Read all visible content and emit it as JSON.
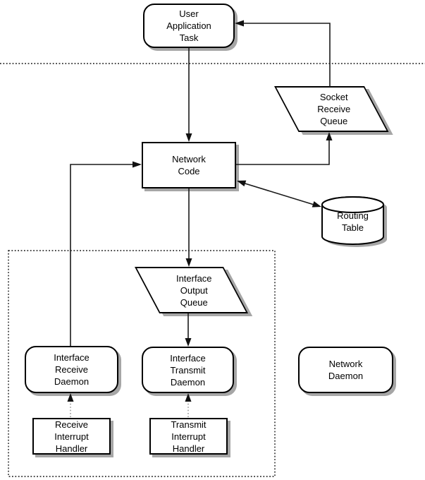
{
  "diagram": {
    "colors": {
      "background": "#ffffff",
      "box_fill": "#ffffff",
      "box_border": "#000000",
      "line": "#1a1a1a",
      "shadow": "#a6a6a6",
      "interrupt_dotted_line": "#979797"
    },
    "nodes": {
      "user_application_task": {
        "label": "User\nApplication\nTask",
        "shape": "rounded-rect"
      },
      "socket_receive_queue": {
        "label": "Socket\nReceive\nQueue",
        "shape": "parallelogram"
      },
      "network_code": {
        "label": "Network\nCode",
        "shape": "rect"
      },
      "routing_table": {
        "label": "Routing\nTable",
        "shape": "cylinder"
      },
      "interface_output_queue": {
        "label": "Interface\nOutput\nQueue",
        "shape": "parallelogram"
      },
      "interface_receive_daemon": {
        "label": "Interface\nReceive\nDaemon",
        "shape": "rounded-rect"
      },
      "interface_transmit_daemon": {
        "label": "Interface\nTransmit\nDaemon",
        "shape": "rounded-rect"
      },
      "network_daemon": {
        "label": "Network\nDaemon",
        "shape": "rounded-rect"
      },
      "receive_interrupt_handler": {
        "label": "Receive\nInterrupt\nHandler",
        "shape": "rect"
      },
      "transmit_interrupt_handler": {
        "label": "Transmit\nInterrupt\nHandler",
        "shape": "rect"
      }
    },
    "edges": [
      {
        "from": "user_application_task",
        "to": "network_code",
        "style": "solid",
        "bidirectional": false
      },
      {
        "from": "socket_receive_queue",
        "to": "user_application_task",
        "style": "solid",
        "bidirectional": false
      },
      {
        "from": "network_code",
        "to": "socket_receive_queue",
        "style": "solid",
        "bidirectional": false
      },
      {
        "from": "network_code",
        "to": "routing_table",
        "style": "solid",
        "bidirectional": true
      },
      {
        "from": "network_code",
        "to": "interface_output_queue",
        "style": "solid",
        "bidirectional": false
      },
      {
        "from": "interface_output_queue",
        "to": "interface_transmit_daemon",
        "style": "solid",
        "bidirectional": false
      },
      {
        "from": "interface_receive_daemon",
        "to": "network_code",
        "style": "solid",
        "bidirectional": false
      },
      {
        "from": "receive_interrupt_handler",
        "to": "interface_receive_daemon",
        "style": "dotted",
        "bidirectional": false
      },
      {
        "from": "transmit_interrupt_handler",
        "to": "interface_transmit_daemon",
        "style": "dotted",
        "bidirectional": false
      }
    ],
    "boundaries": {
      "user_kernel_separator": {
        "style": "dotted-horizontal-line"
      },
      "interface_layer_frame": {
        "style": "dotted-rectangle"
      }
    }
  }
}
